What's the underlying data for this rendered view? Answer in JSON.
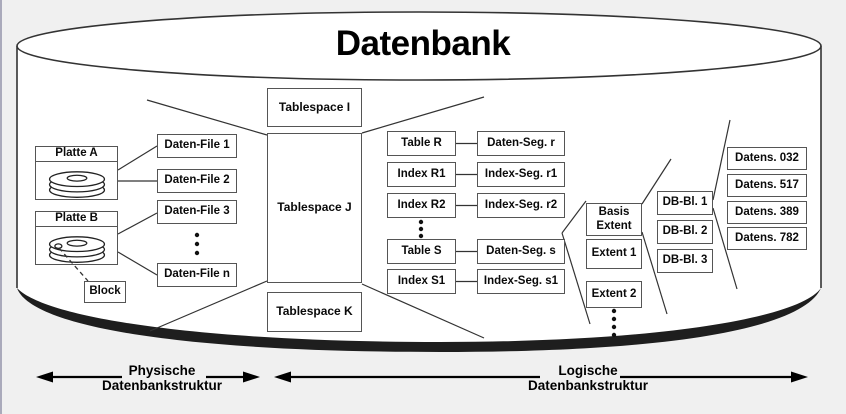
{
  "title": "Datenbank",
  "colors": {
    "background": "#f0f0f0",
    "surface": "#ffffff",
    "outline": "#333333",
    "box_border": "#555555",
    "shadow": "#1e1e1e",
    "text": "#0a0a0a"
  },
  "physical": {
    "disks": [
      {
        "label": "Platte A"
      },
      {
        "label": "Platte B"
      }
    ],
    "block_label": "Block",
    "files": [
      "Daten-File 1",
      "Daten-File 2",
      "Daten-File 3",
      "Daten-File n"
    ]
  },
  "tablespaces": [
    "Tablespace I",
    "Tablespace J",
    "Tablespace K"
  ],
  "logical": {
    "rows": [
      {
        "object": "Table R",
        "segment": "Daten-Seg. r"
      },
      {
        "object": "Index R1",
        "segment": "Index-Seg. r1"
      },
      {
        "object": "Index R2",
        "segment": "Index-Seg. r2"
      },
      {
        "object": "Table S",
        "segment": "Daten-Seg. s"
      },
      {
        "object": "Index S1",
        "segment": "Index-Seg. s1"
      }
    ],
    "extents": {
      "basis_line1": "Basis",
      "basis_line2": "Extent",
      "items": [
        "Extent 1",
        "Extent 2"
      ]
    },
    "blocks": [
      "DB-Bl. 1",
      "DB-Bl. 2",
      "DB-Bl. 3"
    ],
    "records": [
      "Datens. 032",
      "Datens. 517",
      "Datens. 389",
      "Datens. 782"
    ]
  },
  "legend": {
    "physical_line1": "Physische",
    "physical_line2": "Datenbankstruktur",
    "logical_line1": "Logische",
    "logical_line2": "Datenbankstruktur"
  }
}
